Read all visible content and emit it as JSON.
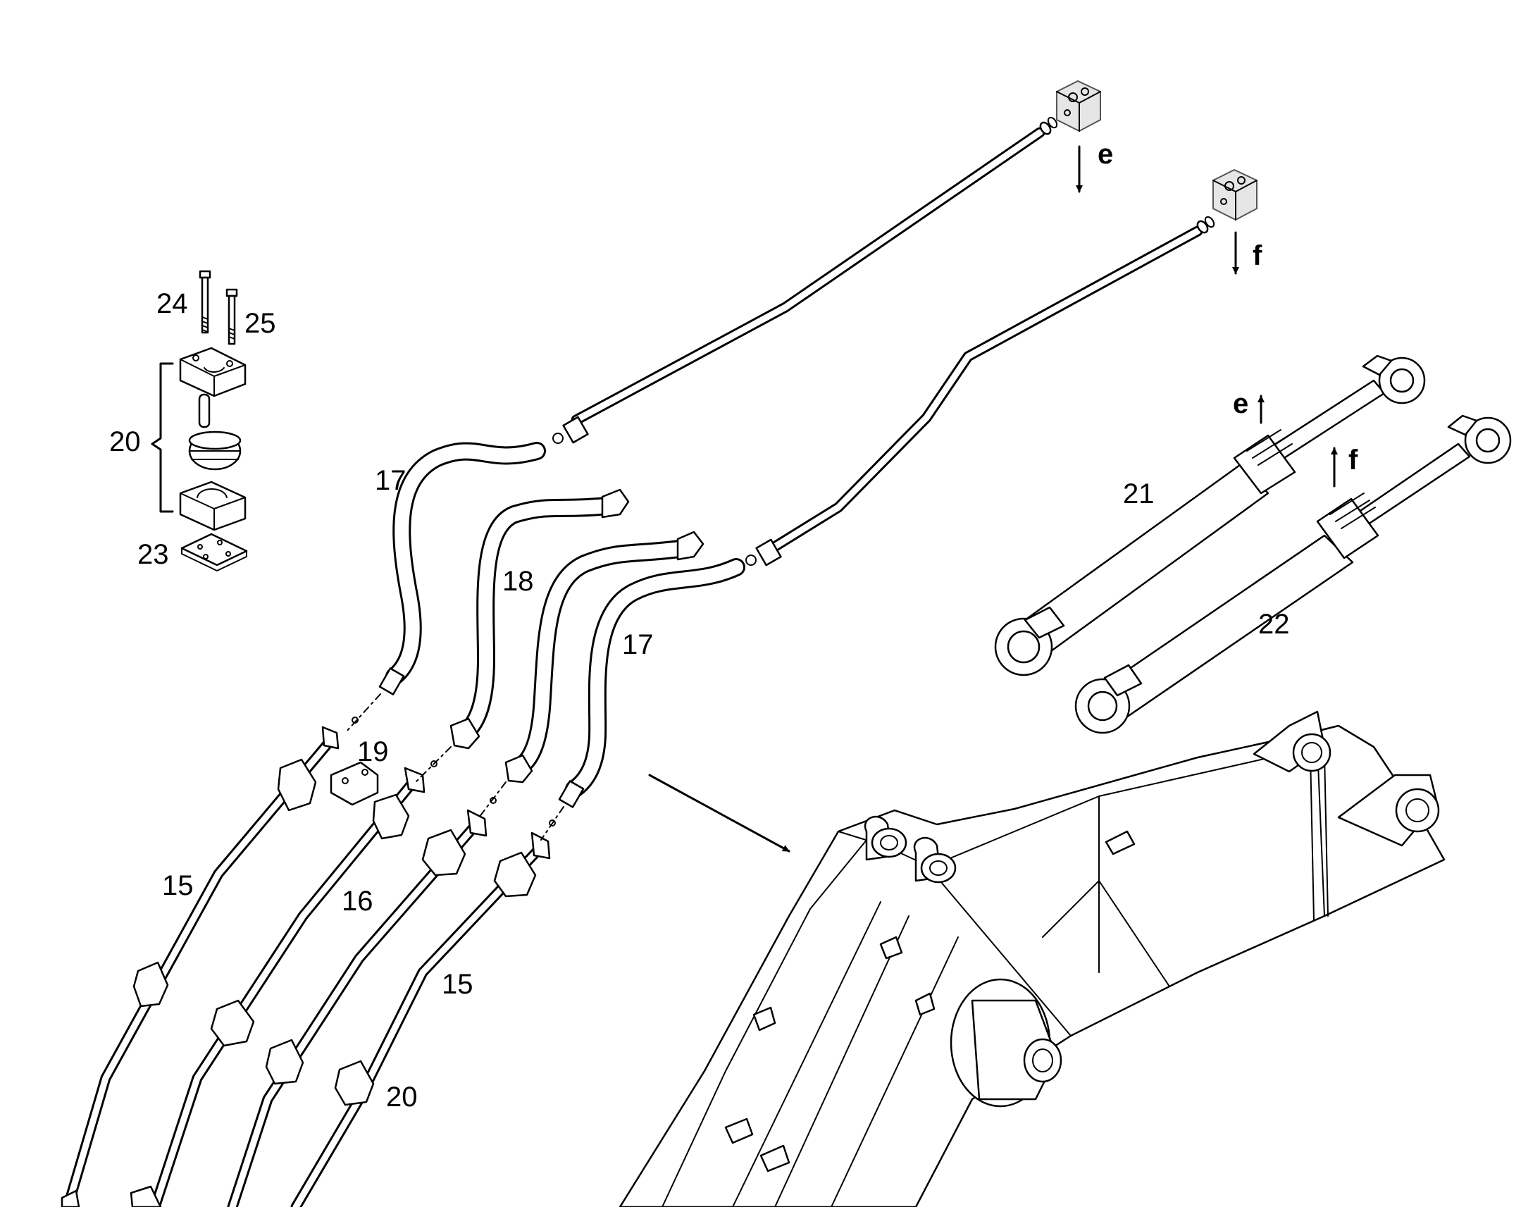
{
  "callouts": {
    "n15a": "15",
    "n15b": "15",
    "n16": "16",
    "n17a": "17",
    "n17b": "17",
    "n18": "18",
    "n19": "19",
    "n20a": "20",
    "n20b": "20",
    "n21": "21",
    "n22": "22",
    "n23": "23",
    "n24": "24",
    "n25": "25"
  },
  "connection_markers": {
    "e1": "e",
    "f1": "f",
    "e2": "e",
    "f2": "f"
  },
  "colors": {
    "line": "#000000",
    "background": "#ffffff",
    "valve_block": "#e6e6e6"
  }
}
